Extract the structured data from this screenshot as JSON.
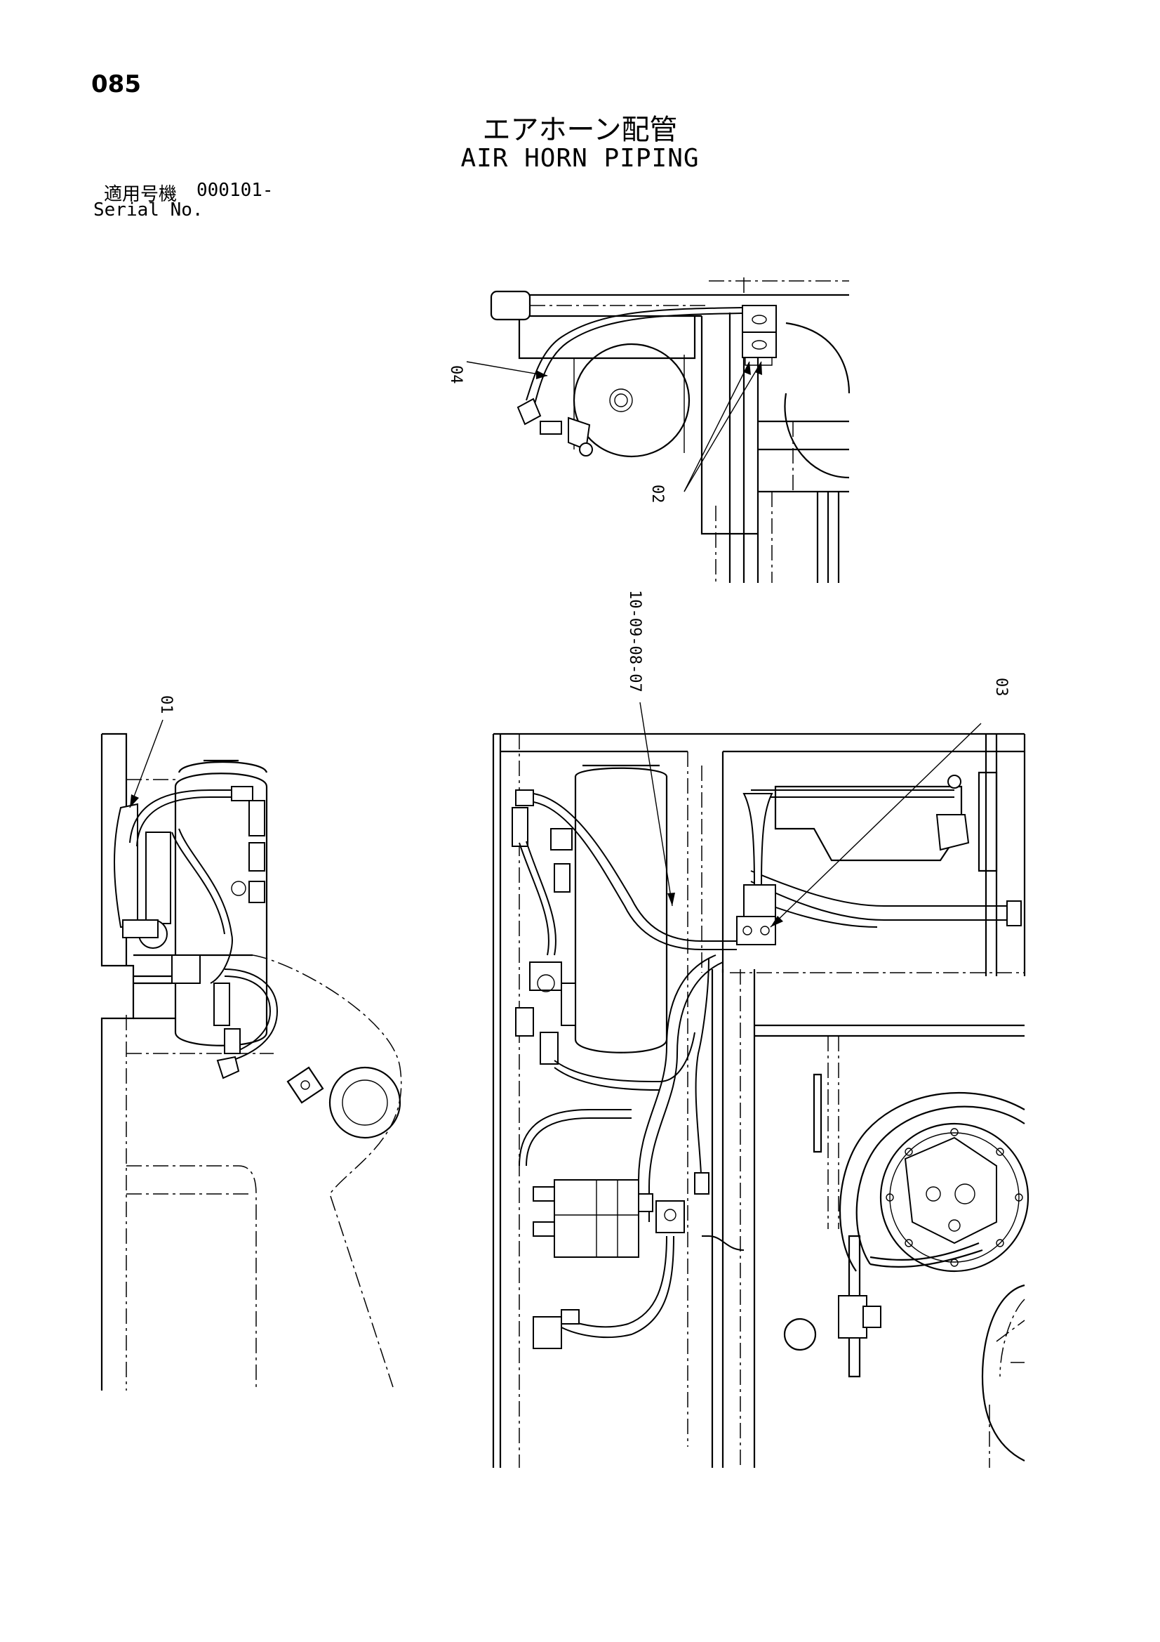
{
  "header": {
    "page_number": "085",
    "title_jp": "エアホーン配管",
    "title_en": "AIR HORN PIPING",
    "serial_label_jp": "適用号機",
    "serial_code": "000101-",
    "serial_label_en": "Serial No."
  },
  "callouts": {
    "c01": "01",
    "c02": "02",
    "c03": "03",
    "c04": "04",
    "ref": "10-09-08-07"
  }
}
